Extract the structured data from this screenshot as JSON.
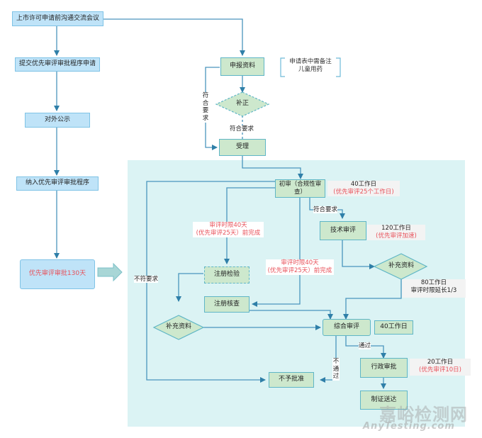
{
  "left_flow": {
    "pre_meeting": "上市许可申请前沟通交流会议",
    "submit_priority": "提交优先审评审批程序申请",
    "publicity": "对外公示",
    "include_priority": "纳入优先审评审批程序",
    "priority_130": "优先审评审批130天"
  },
  "submission": {
    "materials": "申报资料",
    "correction": "补正",
    "accept": "受理",
    "note_line1": "申请表中需备注",
    "note_line2": "儿童用药",
    "label_ok_vertical": "符合要求",
    "label_ok": "符合要求"
  },
  "review": {
    "initial": "初审（合规性审查）",
    "initial_time": "40工作日",
    "initial_priority": "(优先审评25个工作日)",
    "label_ok": "符合要求",
    "technical": "技术审评",
    "technical_time": "120工作日",
    "technical_priority": "(优先审评加速)",
    "supplement_right": "补充资料",
    "supplement_time": "80工作日",
    "supplement_extend": "审评时限延长1/3",
    "inspection": "注册检验",
    "inspection_limit": "审评时限40天",
    "inspection_limit_priority": "(优先审评25天）前完成",
    "verification": "注册核查",
    "verification_limit": "审评时限40天",
    "verification_limit_priority": "(优先审评25天）前完成",
    "supplement_left": "补充资料",
    "comprehensive": "综合审评",
    "comprehensive_time": "40工作日",
    "label_pass": "通过",
    "label_fail": "不通过",
    "label_not_meet": "不符要求",
    "admin_approval": "行政审批",
    "admin_time": "20工作日",
    "admin_priority": "(优先审评10日)",
    "certificate": "制证送达",
    "reject": "不予批准"
  },
  "watermark": {
    "cn": "嘉峪检测网",
    "en": "AnyTesting.com"
  },
  "colors": {
    "blue_box": "#bfe3f8",
    "green_box": "#cde8cd",
    "zone": "#dbf3f4",
    "line": "#3f8fb8",
    "red_text": "#e8515a"
  }
}
